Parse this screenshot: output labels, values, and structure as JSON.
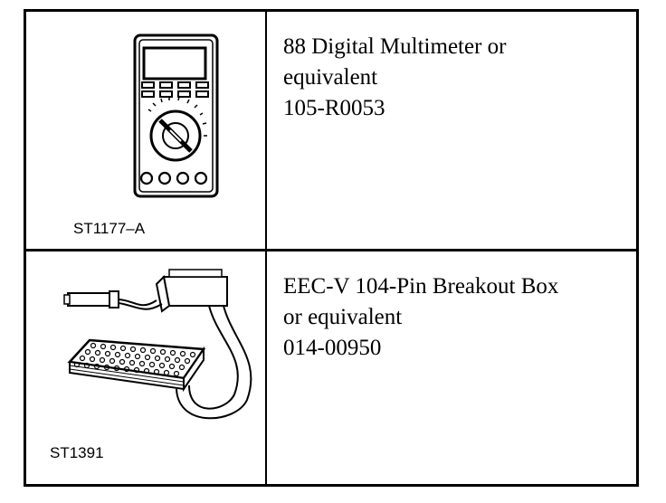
{
  "tools": [
    {
      "illustration_icon": "digital-multimeter-icon",
      "illustration_code": "ST1177–A",
      "description_lines": [
        "88 Digital Multimeter or",
        "equivalent",
        "105-R0053"
      ]
    },
    {
      "illustration_icon": "breakout-box-icon",
      "illustration_code": "ST1391",
      "description_lines": [
        "EEC-V 104-Pin Breakout Box",
        "or equivalent",
        "014-00950"
      ]
    }
  ]
}
